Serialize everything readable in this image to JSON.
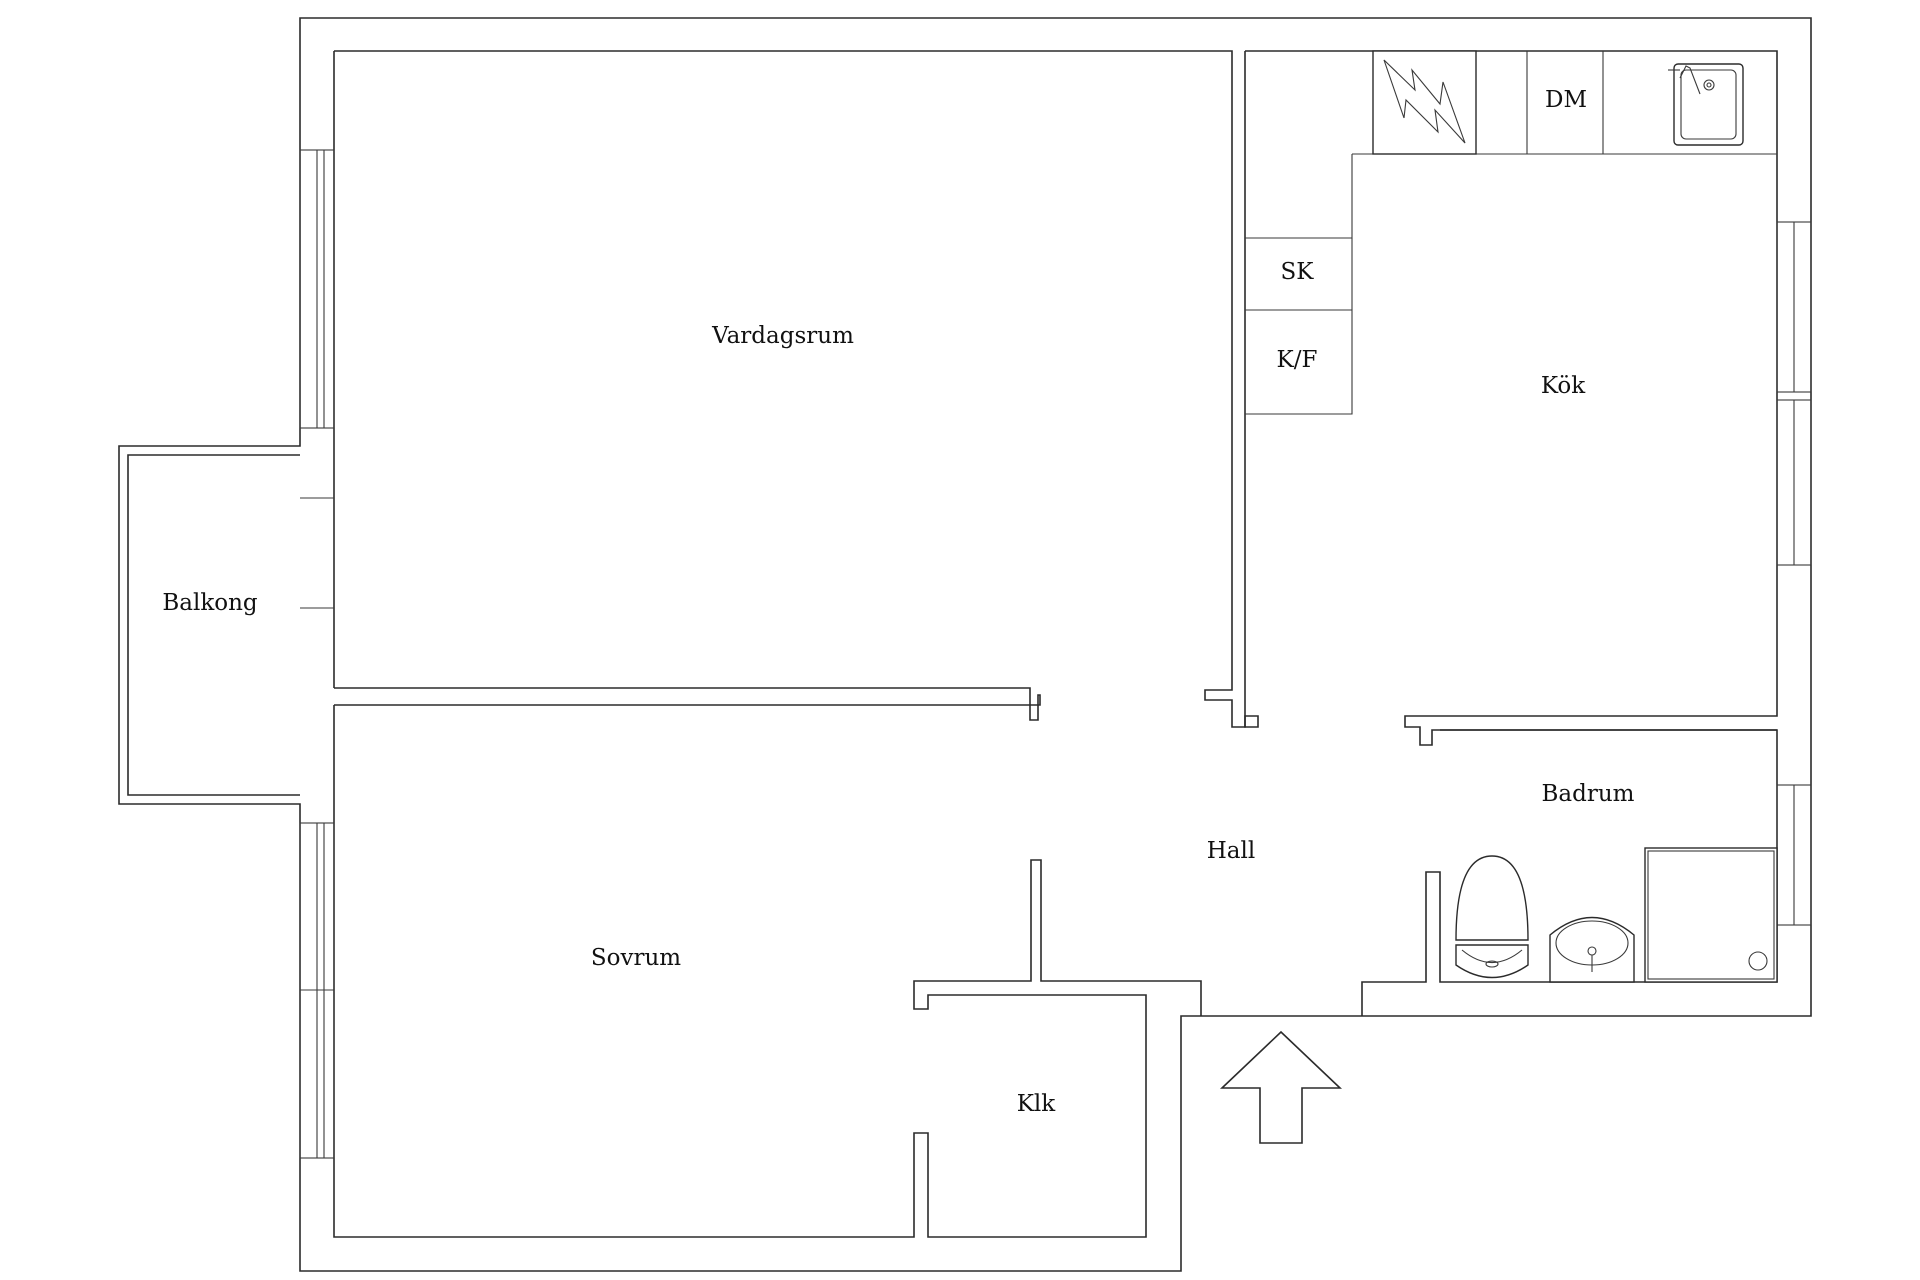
{
  "rooms": {
    "vardagsrum": "Vardagsrum",
    "kok": "Kök",
    "balkong": "Balkong",
    "sovrum": "Sovrum",
    "hall": "Hall",
    "badrum": "Badrum",
    "klk": "Klk"
  },
  "fixtures": {
    "dishwasher": "DM",
    "cabinet": "SK",
    "fridge_freezer": "K/F"
  },
  "colors": {
    "wall": "#2b2b2b",
    "background": "#ffffff"
  }
}
